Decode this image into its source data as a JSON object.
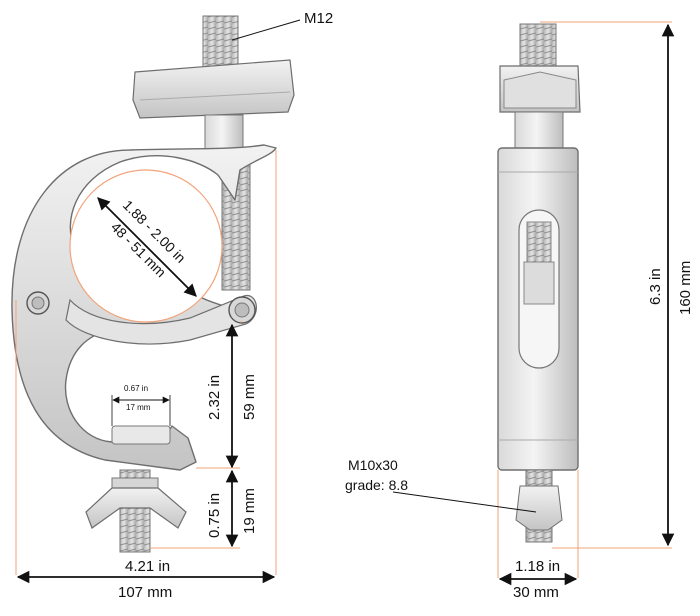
{
  "colors": {
    "metal_light": "#ececec",
    "metal_mid": "#cfcfcf",
    "metal_dark": "#9a9a9a",
    "outline": "#6e6e6e",
    "guide_orange": "#f2a37a",
    "dim_line": "#111111"
  },
  "labels": {
    "bolt_top": "M12",
    "pipe_dia_in": "1.88 - 2.00 in",
    "pipe_dia_mm": "48 - 51 mm",
    "slot_in": "0.67 in",
    "slot_mm": "17 mm",
    "jaw_height_in": "2.32 in",
    "jaw_height_mm": "59 mm",
    "wing_height_in": "0.75 in",
    "wing_height_mm": "19 mm",
    "width_in": "4.21 in",
    "width_mm": "107 mm",
    "bolt_bottom_size": "M10x30",
    "bolt_bottom_grade": "grade: 8.8",
    "depth_in": "1.18 in",
    "depth_mm": "30 mm",
    "total_height_in": "6.3 in",
    "total_height_mm": "160 mm"
  }
}
